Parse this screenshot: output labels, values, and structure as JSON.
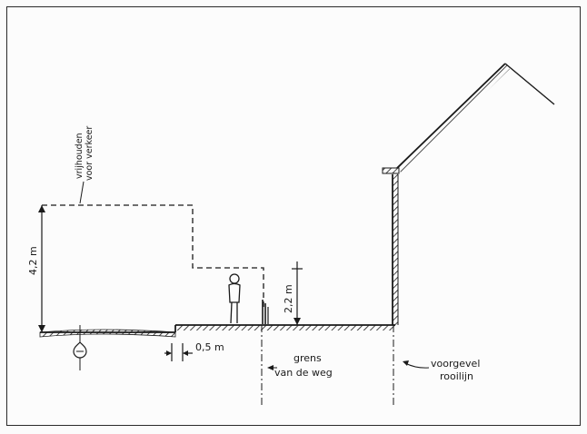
{
  "labels": {
    "clearance_line1": "vrijhouden",
    "clearance_line2": "voor verkeer",
    "height_total": "4,2 m",
    "height_sidewalk": "2,2 m",
    "offset": "0,5 m",
    "boundary_line1": "grens",
    "boundary_line2": "van de weg",
    "facade_line1": "voorgevel",
    "facade_line2": "rooilijn"
  },
  "colors": {
    "ink": "#1a1a1a",
    "frame": "#2a2a2a",
    "background": "#fcfcfc"
  },
  "icons": {
    "road_axis": "road-axis-icon",
    "pedestrian": "pedestrian-icon",
    "hedge": "hedge-post-icon"
  }
}
